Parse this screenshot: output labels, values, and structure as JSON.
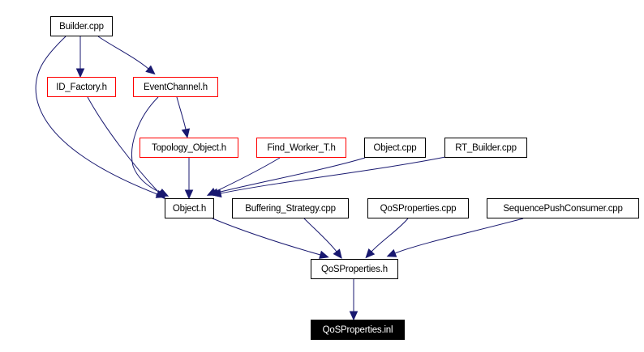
{
  "diagram": {
    "type": "include-dependency-graph",
    "edge_color": "#191970",
    "nodes": [
      {
        "id": "builder_cpp",
        "label": "Builder.cpp",
        "style": "normal"
      },
      {
        "id": "id_factory_h",
        "label": "ID_Factory.h",
        "style": "red"
      },
      {
        "id": "eventchannel_h",
        "label": "EventChannel.h",
        "style": "red"
      },
      {
        "id": "topology_object_h",
        "label": "Topology_Object.h",
        "style": "red"
      },
      {
        "id": "find_worker_t_h",
        "label": "Find_Worker_T.h",
        "style": "red"
      },
      {
        "id": "object_cpp",
        "label": "Object.cpp",
        "style": "normal"
      },
      {
        "id": "rt_builder_cpp",
        "label": "RT_Builder.cpp",
        "style": "normal"
      },
      {
        "id": "object_h",
        "label": "Object.h",
        "style": "normal"
      },
      {
        "id": "buffering_strategy_cpp",
        "label": "Buffering_Strategy.cpp",
        "style": "normal"
      },
      {
        "id": "qosproperties_cpp",
        "label": "QoSProperties.cpp",
        "style": "normal"
      },
      {
        "id": "sequencepushconsumer_cpp",
        "label": "SequencePushConsumer.cpp",
        "style": "normal"
      },
      {
        "id": "qosproperties_h",
        "label": "QoSProperties.h",
        "style": "normal"
      },
      {
        "id": "qosproperties_inl",
        "label": "QoSProperties.inl",
        "style": "current"
      }
    ],
    "edges": [
      {
        "from": "builder_cpp",
        "to": "id_factory_h"
      },
      {
        "from": "builder_cpp",
        "to": "eventchannel_h"
      },
      {
        "from": "builder_cpp",
        "to": "object_h"
      },
      {
        "from": "id_factory_h",
        "to": "object_h"
      },
      {
        "from": "eventchannel_h",
        "to": "topology_object_h"
      },
      {
        "from": "eventchannel_h",
        "to": "object_h"
      },
      {
        "from": "topology_object_h",
        "to": "object_h"
      },
      {
        "from": "find_worker_t_h",
        "to": "object_h"
      },
      {
        "from": "object_cpp",
        "to": "object_h"
      },
      {
        "from": "rt_builder_cpp",
        "to": "object_h"
      },
      {
        "from": "object_h",
        "to": "qosproperties_h"
      },
      {
        "from": "buffering_strategy_cpp",
        "to": "qosproperties_h"
      },
      {
        "from": "qosproperties_cpp",
        "to": "qosproperties_h"
      },
      {
        "from": "sequencepushconsumer_cpp",
        "to": "qosproperties_h"
      },
      {
        "from": "qosproperties_h",
        "to": "qosproperties_inl"
      }
    ]
  }
}
